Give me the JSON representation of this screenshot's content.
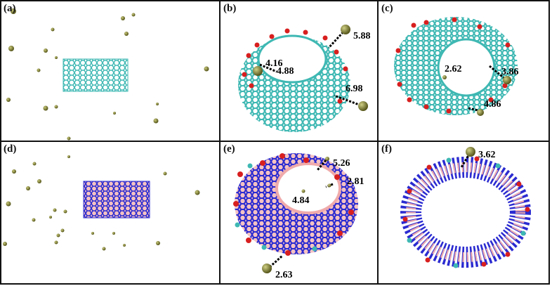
{
  "panels": [
    {
      "label": "(a)",
      "system": "CNT",
      "distances": []
    },
    {
      "label": "(b)",
      "system": "CNT",
      "distances": [
        "4.16",
        "4.88",
        "5.88",
        "6.98"
      ]
    },
    {
      "label": "(c)",
      "system": "CNT",
      "distances": [
        "2.62",
        "3.86",
        "4.86"
      ]
    },
    {
      "label": "(d)",
      "system": "BNNT",
      "distances": []
    },
    {
      "label": "(e)",
      "system": "BNNT",
      "distances": [
        "5.26",
        "2.81",
        "4.84",
        "2.63"
      ]
    },
    {
      "label": "(f)",
      "system": "BNNT",
      "distances": [
        "3.62"
      ]
    }
  ],
  "colors": {
    "carbon": "#3fb8b3",
    "nitrogen": "#2b2bd1",
    "boron": "#f0aaaa",
    "oxygen": "#d81f1f",
    "hydrogen": "#ffffff",
    "metal_ion": "#7a7a2a",
    "border": "#111111"
  }
}
